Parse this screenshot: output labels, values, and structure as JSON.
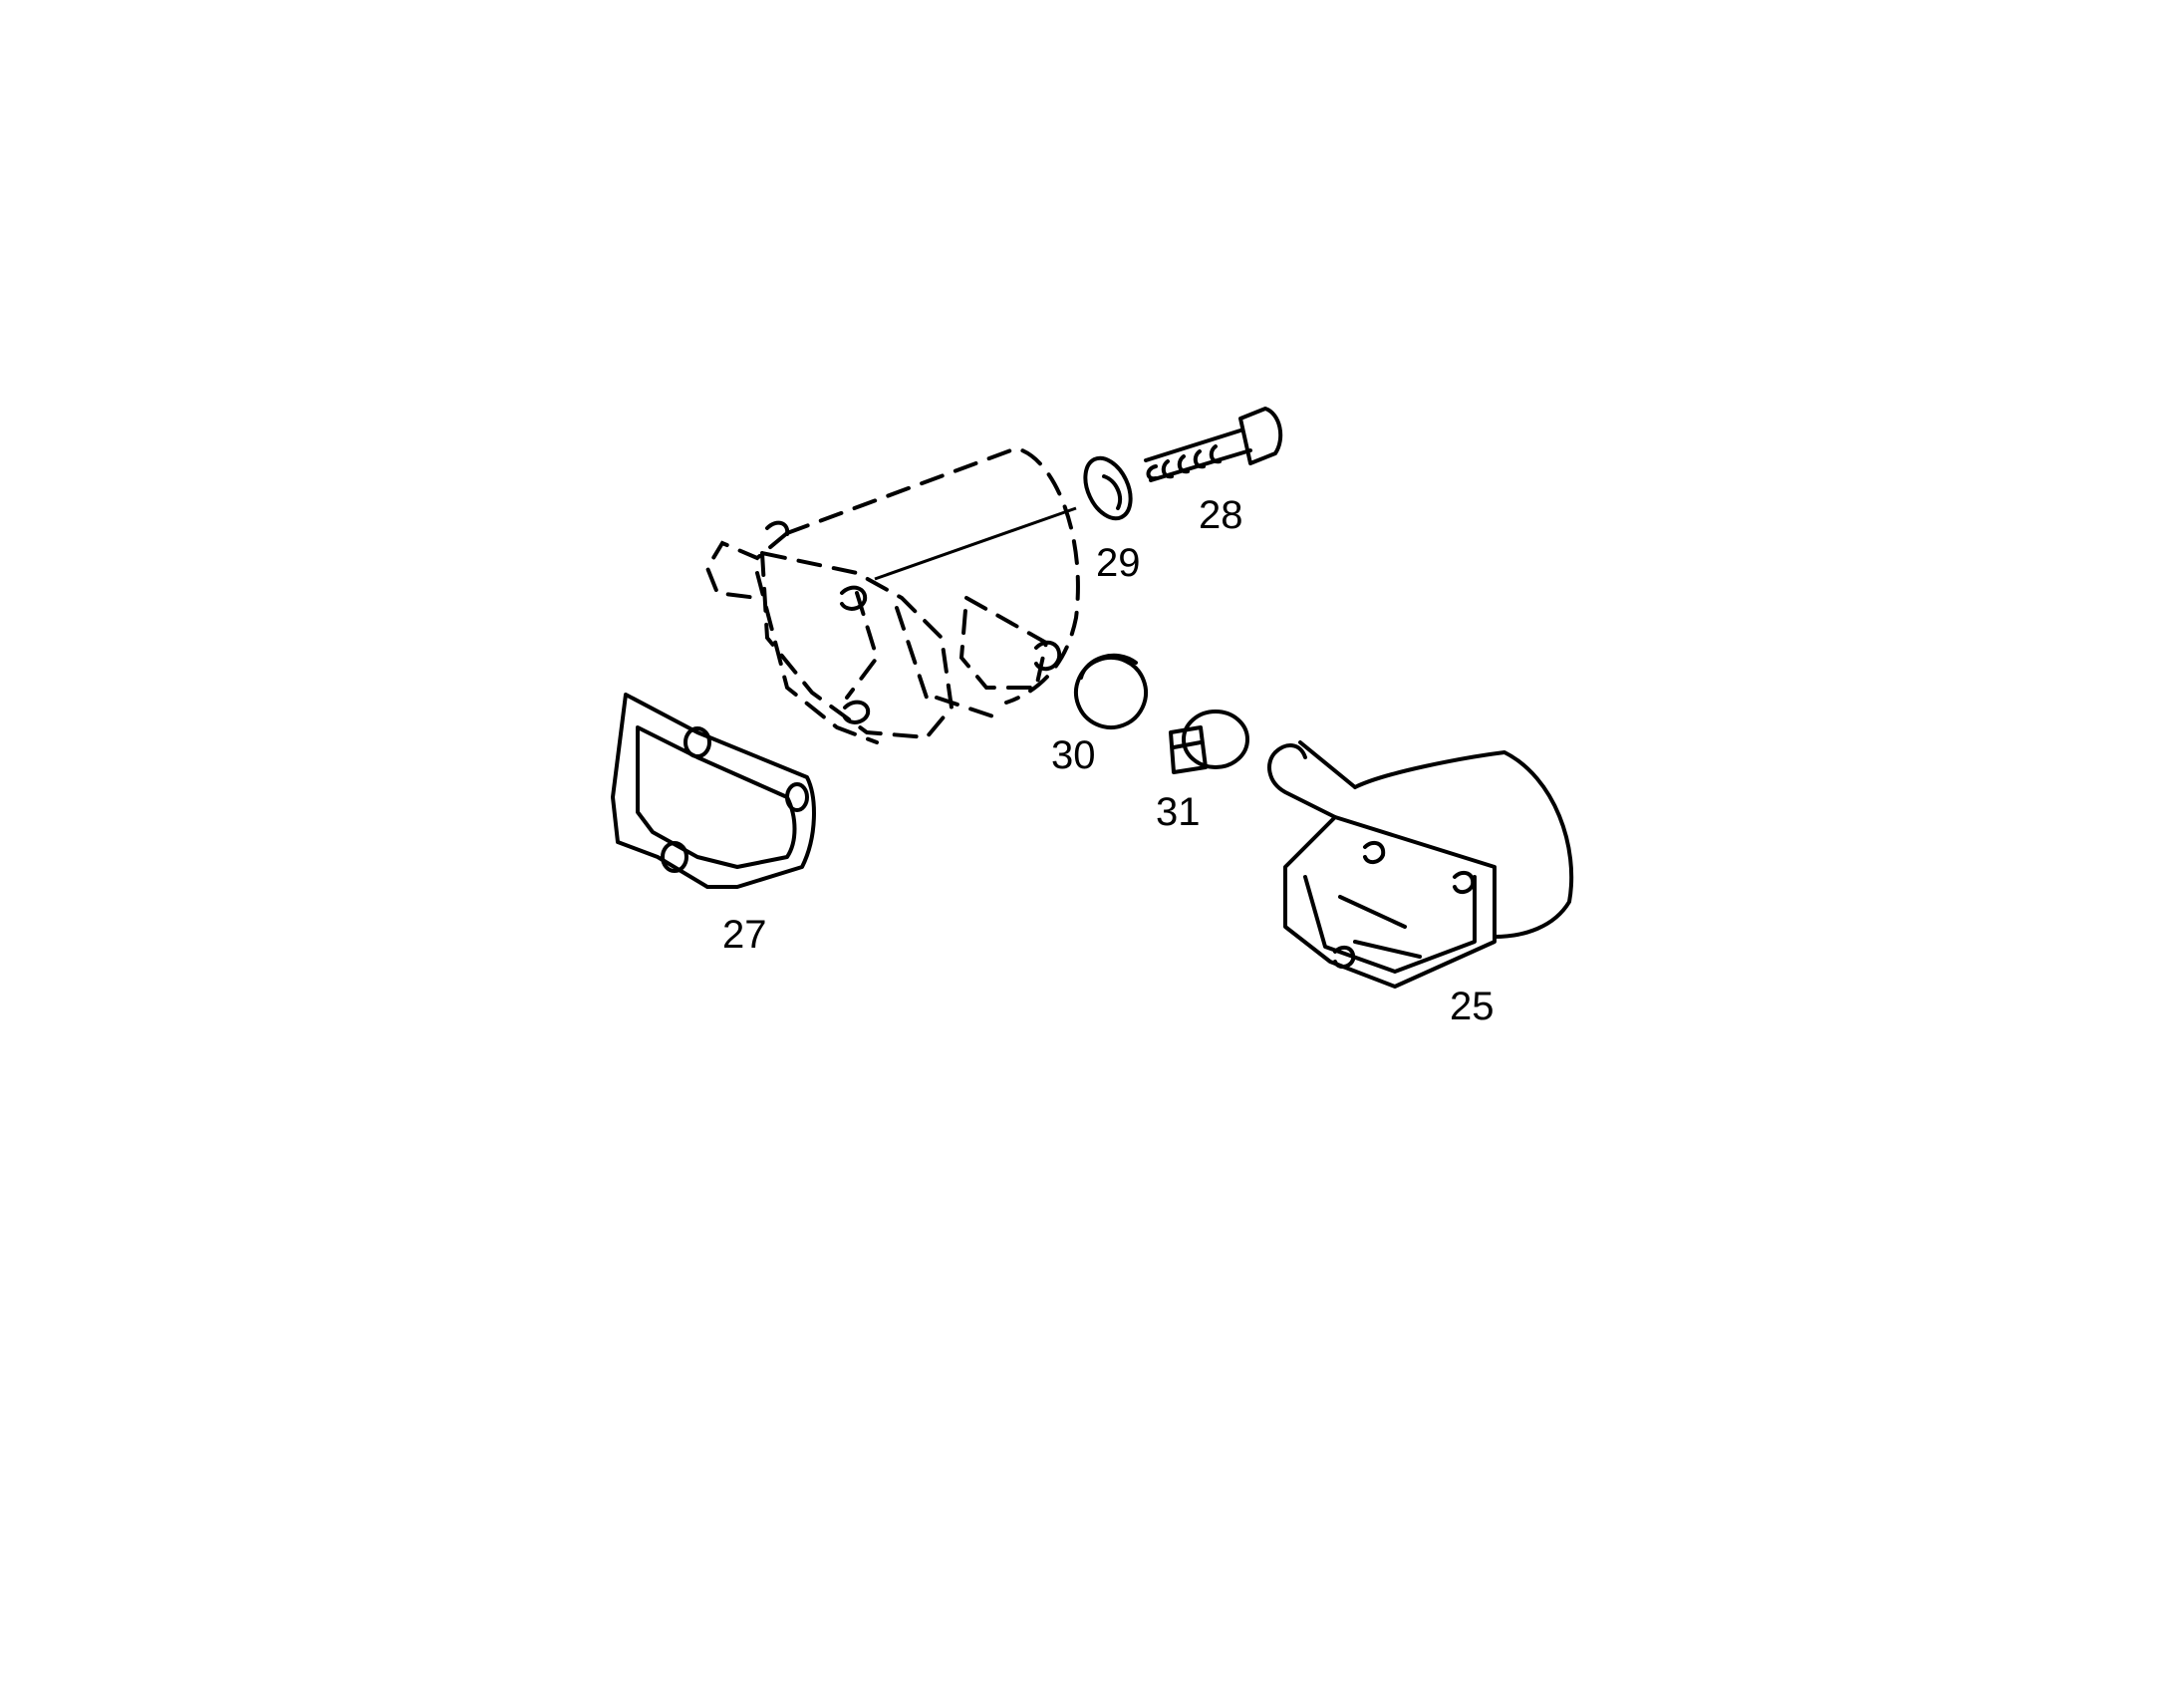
{
  "diagram": {
    "labels": {
      "p25": "25",
      "p27": "27",
      "p28": "28",
      "p29": "29",
      "p30": "30",
      "p31": "31"
    },
    "line_color": "#000000",
    "background_color": "#ffffff"
  }
}
